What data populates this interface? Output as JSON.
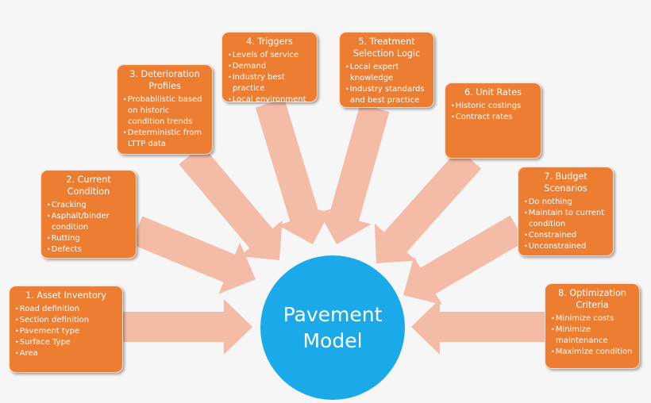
{
  "center": {
    "line1": "Pavement",
    "line2": "Model"
  },
  "colors": {
    "box": "#ed7d31",
    "arrow": "#f4bba6",
    "center": "#1aa9e9",
    "background": "#f6f6f6"
  },
  "boxes": [
    {
      "title": "1. Asset Inventory",
      "items": [
        "Road definition",
        "Section definition",
        "Pavement type",
        "Surface Type",
        "Area"
      ]
    },
    {
      "title": "2. Current Condition",
      "items": [
        "Cracking",
        "Asphalt/binder condition",
        "Rutting",
        "Defects"
      ]
    },
    {
      "title": "3. Deterioration Profiles",
      "items": [
        "Probabilistic based on historic condition trends",
        "Deterministic from LTTP data"
      ]
    },
    {
      "title": "4. Triggers",
      "items": [
        "Levels of service",
        "Demand",
        "Industry best practice",
        "Local environment"
      ]
    },
    {
      "title": "5. Treatment Selection Logic",
      "items": [
        "Local expert knowledge",
        "Industry standards and best practice"
      ]
    },
    {
      "title": "6. Unit Rates",
      "items": [
        "Historic costings",
        "Contract rates"
      ]
    },
    {
      "title": "7. Budget Scenarios",
      "items": [
        "Do nothing",
        "Maintain to current condition",
        "Constrained",
        "Unconstrained"
      ]
    },
    {
      "title": "8. Optimization Criteria",
      "items": [
        "Minimize costs",
        "Minimize maintenance",
        "Maximize condition"
      ]
    }
  ]
}
